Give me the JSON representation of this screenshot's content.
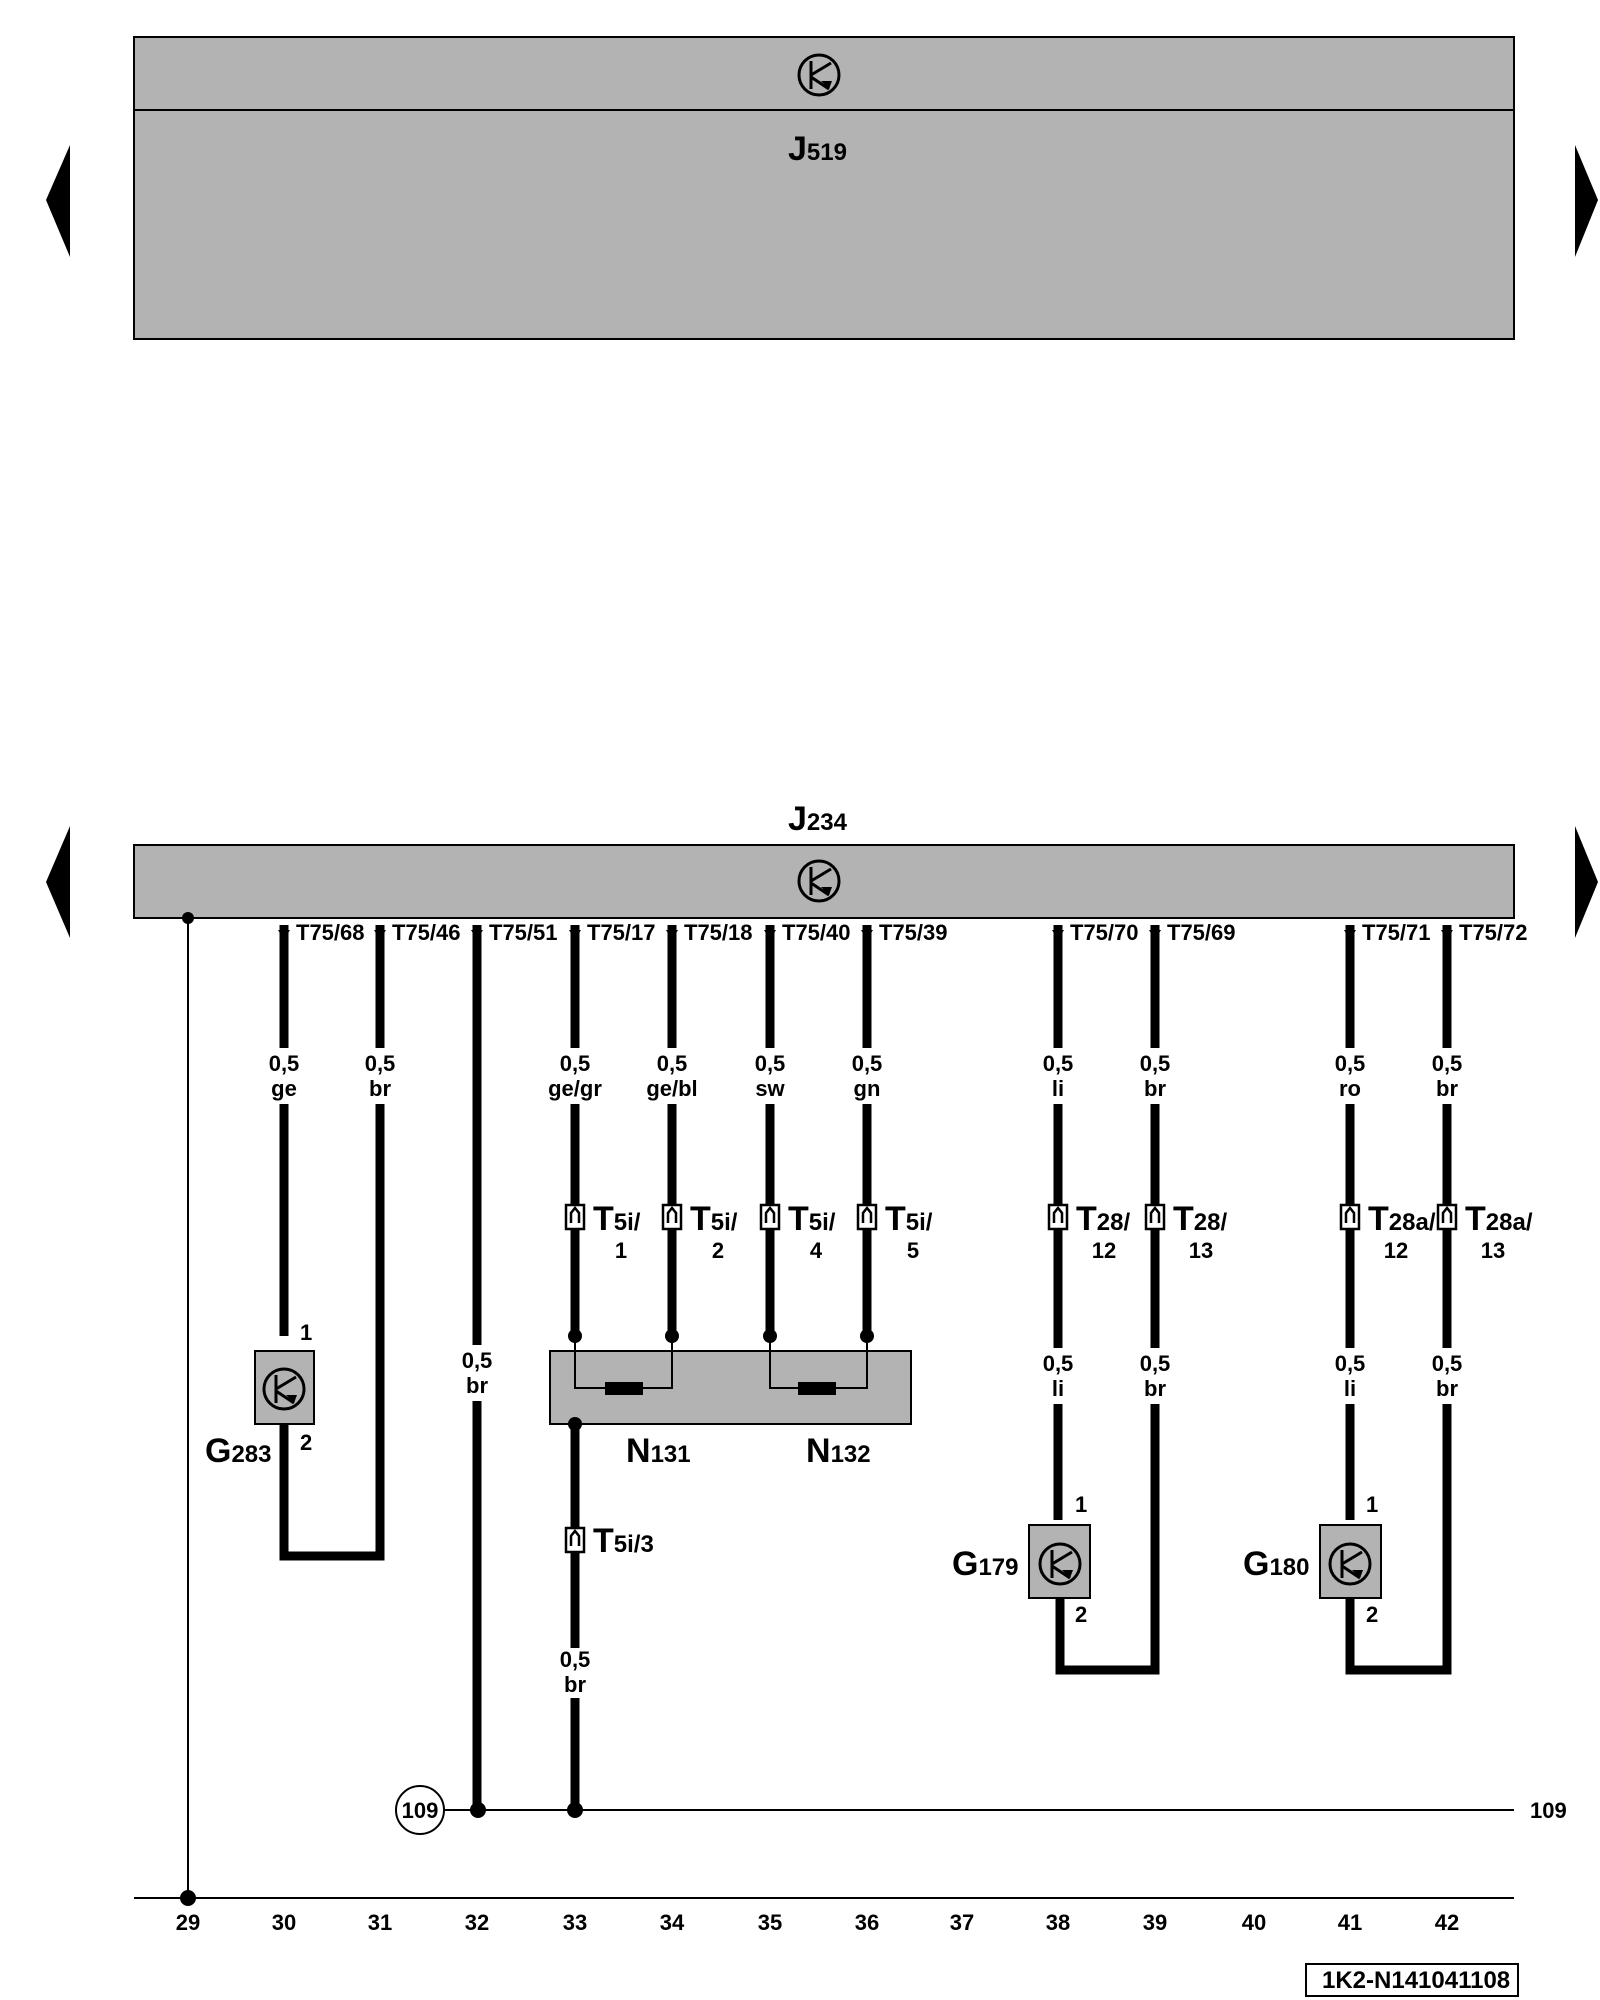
{
  "colors": {
    "module_fill": "#b3b3b3",
    "wire": "#000000"
  },
  "top_module": {
    "name": "J",
    "sub": "519",
    "icon": "ecu-symbol-icon"
  },
  "bottom_module": {
    "name": "J",
    "sub": "234",
    "icon": "ecu-symbol-icon"
  },
  "wires": [
    {
      "col": "30",
      "pin": "T75/68",
      "size": "0,5",
      "color": "ge"
    },
    {
      "col": "31",
      "pin": "T75/46",
      "size": "0,5",
      "color": "br"
    },
    {
      "col": "32",
      "pin": "T75/51",
      "size": "0,5",
      "color": "br"
    },
    {
      "col": "33",
      "pin": "T75/17",
      "size": "0,5",
      "color": "ge/gr",
      "conn_name": "T",
      "conn_sub": "5i/",
      "conn_pin": "1"
    },
    {
      "col": "34",
      "pin": "T75/18",
      "size": "0,5",
      "color": "ge/bl",
      "conn_name": "T",
      "conn_sub": "5i/",
      "conn_pin": "2"
    },
    {
      "col": "35",
      "pin": "T75/40",
      "size": "0,5",
      "color": "sw",
      "conn_name": "T",
      "conn_sub": "5i/",
      "conn_pin": "4"
    },
    {
      "col": "36",
      "pin": "T75/39",
      "size": "0,5",
      "color": "gn",
      "conn_name": "T",
      "conn_sub": "5i/",
      "conn_pin": "5"
    },
    {
      "col": "38",
      "pin": "T75/70",
      "size": "0,5",
      "color": "li",
      "conn_name": "T",
      "conn_sub": "28/",
      "conn_pin": "12",
      "size2": "0,5",
      "color2": "li"
    },
    {
      "col": "39",
      "pin": "T75/69",
      "size": "0,5",
      "color": "br",
      "conn_name": "T",
      "conn_sub": "28/",
      "conn_pin": "13",
      "size2": "0,5",
      "color2": "br"
    },
    {
      "col": "41",
      "pin": "T75/71",
      "size": "0,5",
      "color": "ro",
      "conn_name": "T",
      "conn_sub": "28a/",
      "conn_pin": "12",
      "size2": "0,5",
      "color2": "li"
    },
    {
      "col": "42",
      "pin": "T75/72",
      "size": "0,5",
      "color": "br",
      "conn_name": "T",
      "conn_sub": "28a/",
      "conn_pin": "13",
      "size2": "0,5",
      "color2": "br"
    }
  ],
  "components": [
    {
      "name": "G",
      "sub": "283",
      "pin_top": "1",
      "pin_bottom": "2",
      "icon": "sensor-icon"
    },
    {
      "name": "N",
      "sub": "131"
    },
    {
      "name": "N",
      "sub": "132"
    },
    {
      "name": "G",
      "sub": "179",
      "pin_top": "1",
      "pin_bottom": "2",
      "icon": "sensor-icon"
    },
    {
      "name": "G",
      "sub": "180",
      "pin_top": "1",
      "pin_bottom": "2",
      "icon": "sensor-icon"
    }
  ],
  "ground_conn": {
    "name": "T",
    "sub": "5i/3",
    "size": "0,5",
    "color": "br"
  },
  "ground_point": {
    "number": "109",
    "right_label": "109"
  },
  "columns": [
    "29",
    "30",
    "31",
    "32",
    "33",
    "34",
    "35",
    "36",
    "37",
    "38",
    "39",
    "40",
    "41",
    "42"
  ],
  "diagram_id": "1K2-N141041108"
}
